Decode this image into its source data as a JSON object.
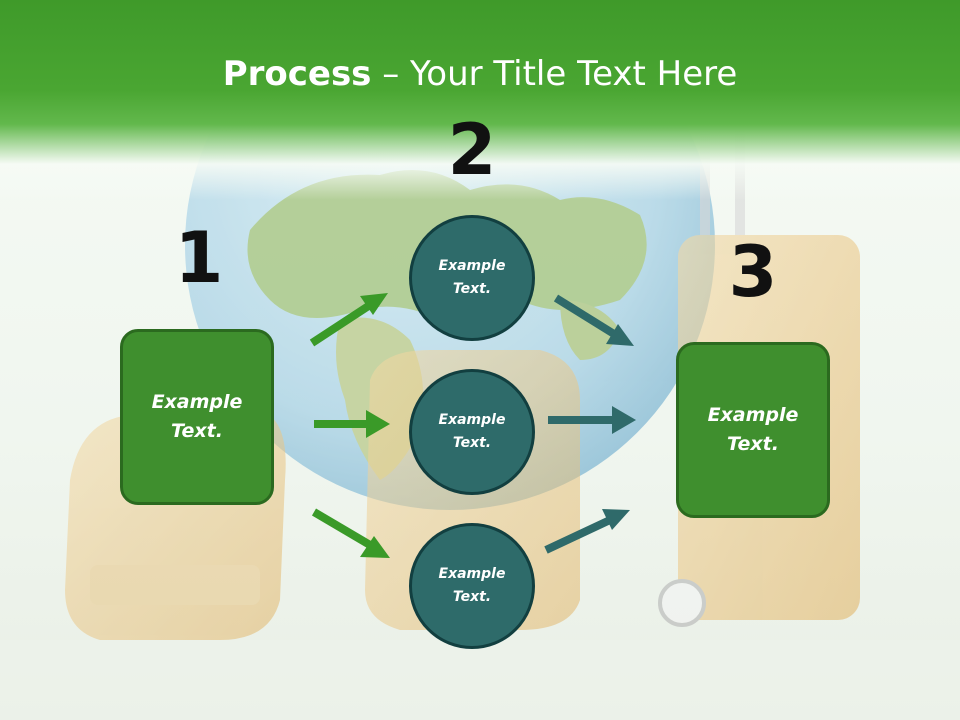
{
  "title": {
    "bold": "Process",
    "rest": " – Your Title Text Here"
  },
  "steps": {
    "one": "1",
    "two": "2",
    "three": "3"
  },
  "left_box": {
    "line1": "Example",
    "line2": "Text."
  },
  "right_box": {
    "line1": "Example",
    "line2": "Text."
  },
  "circles": [
    {
      "line1": "Example",
      "line2": "Text."
    },
    {
      "line1": "Example",
      "line2": "Text."
    },
    {
      "line1": "Example",
      "line2": "Text."
    }
  ],
  "colors": {
    "header_green": "#4aa632",
    "box_green": "#3f8f2e",
    "circle_teal": "#2e6b6a",
    "arrow_green": "#3a9a28",
    "arrow_teal": "#2f6a6a"
  }
}
